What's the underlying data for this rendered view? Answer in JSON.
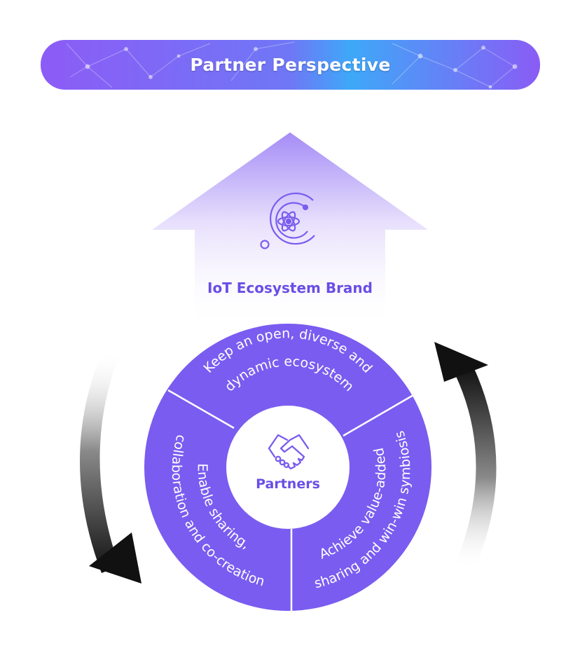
{
  "banner": {
    "title": "Partner Perspective"
  },
  "brand": {
    "label": "IoT Ecosystem Brand",
    "icon": "atom-orbit-icon"
  },
  "center": {
    "label": "Partners",
    "icon": "handshake-icon"
  },
  "segments": {
    "top": {
      "line1": "Keep an open, diverse and",
      "line2": "dynamic ecosystem"
    },
    "left": {
      "line1": "collaboration and co-creation",
      "line2": "Enable sharing,"
    },
    "right": {
      "line1": "sharing and win-win symbiosis",
      "line2": "Achieve value-added"
    }
  },
  "colors": {
    "primary": "#7a5cf0",
    "banner_left": "#8a5cf5",
    "banner_right": "#3fa6f7",
    "text_purple": "#6a4ee6",
    "arrow_dark": "#111111"
  },
  "arrows": {
    "left": "cycle-arrow-down-icon",
    "right": "cycle-arrow-up-icon"
  }
}
